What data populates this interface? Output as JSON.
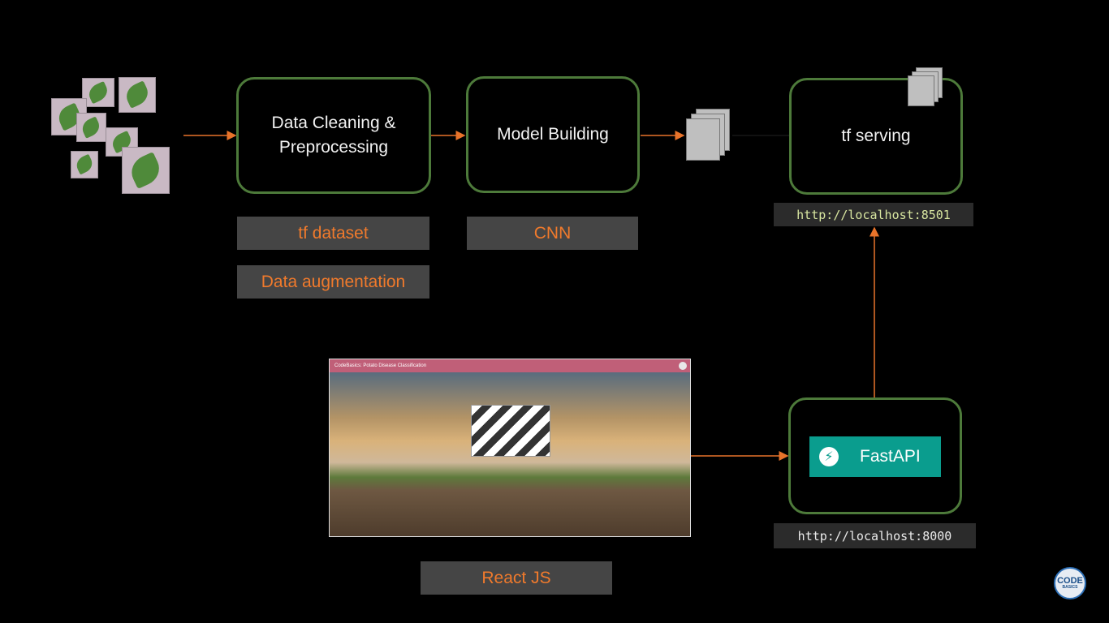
{
  "nodes": {
    "cleaning": "Data Cleaning & Preprocessing",
    "model": "Model Building",
    "serving": "tf serving"
  },
  "tags": {
    "tf_dataset": "tf dataset",
    "augmentation": "Data augmentation",
    "cnn": "CNN",
    "react": "React JS"
  },
  "urls": {
    "tf_serving": "http://localhost:8501",
    "fastapi": "http://localhost:8000"
  },
  "fastapi": {
    "label": "FastAPI",
    "icon": "lightning-bolt-icon"
  },
  "app_preview": {
    "title": "CodeBasics: Potato Disease Classification"
  },
  "logo": {
    "line1": "CODE",
    "line2": "BASICS"
  },
  "colors": {
    "arrow": "#e8732a",
    "box_border": "#4d7a3a",
    "tag_text": "#f07a2c",
    "fastapi_bg": "#0a9d8e"
  }
}
